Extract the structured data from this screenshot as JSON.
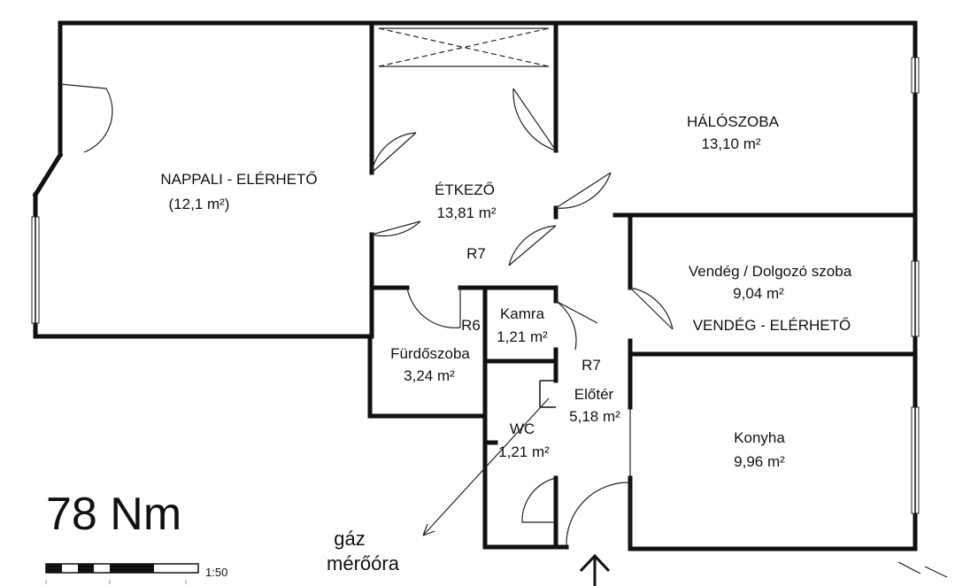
{
  "rooms": {
    "nappali": {
      "name": "NAPPALI - ELÉRHETŐ",
      "area": "(12,1 m²)"
    },
    "etkezo": {
      "name": "ÉTKEZŐ",
      "area": "13,81 m²",
      "code": "R7"
    },
    "haloszoba": {
      "name": "HÁLÓSZOBA",
      "area": "13,10 m²"
    },
    "vendeg": {
      "name": "Vendég / Dolgozó szoba",
      "area": "9,04 m²",
      "note": "VENDÉG - ELÉRHETŐ"
    },
    "kamra": {
      "name": "Kamra",
      "area": "1,21 m²",
      "code": "R6"
    },
    "furdoszoba": {
      "name": "Fürdőszoba",
      "area": "3,24 m²"
    },
    "eloter": {
      "name": "Előtér",
      "area": "5,18 m²",
      "code": "R7"
    },
    "wc": {
      "name": "WC",
      "area": "1,21 m²"
    },
    "konyha": {
      "name": "Konyha",
      "area": "9,96 m²"
    }
  },
  "total_area": "78 Nm",
  "gas_meter": {
    "line1": "gáz",
    "line2": "mérőóra"
  },
  "scale": {
    "ratio": "1:50"
  }
}
